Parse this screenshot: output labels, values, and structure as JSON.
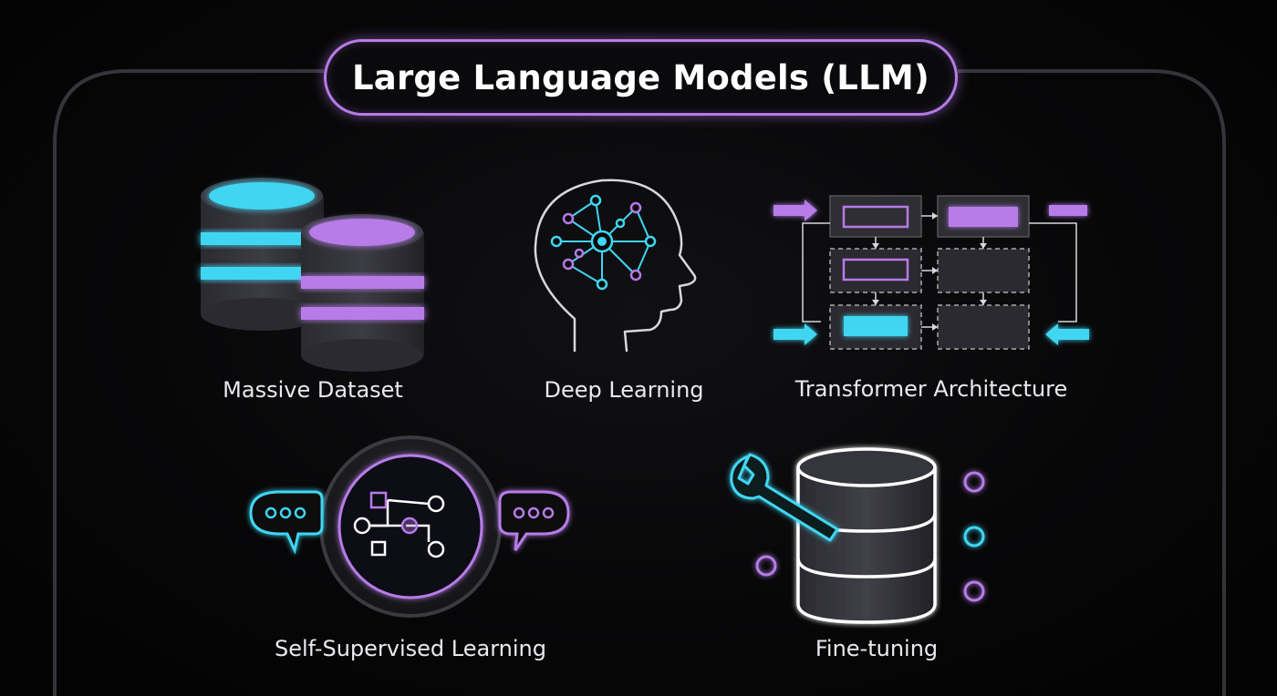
{
  "title": "Large Language Models (LLM)",
  "concepts": [
    {
      "label": "Massive Dataset",
      "icon": "database-stack-icon"
    },
    {
      "label": "Deep Learning",
      "icon": "brain-network-icon"
    },
    {
      "label": "Transformer Architecture",
      "icon": "transformer-blocks-icon"
    },
    {
      "label": "Self-Supervised Learning",
      "icon": "chat-loop-icon"
    },
    {
      "label": "Fine-tuning",
      "icon": "wrench-database-icon"
    }
  ],
  "colors": {
    "background": "#050505",
    "frame": "#3a3a40",
    "accent_purple": "#b77be8",
    "accent_cyan": "#3fd6f2",
    "text": "#ffffff"
  }
}
